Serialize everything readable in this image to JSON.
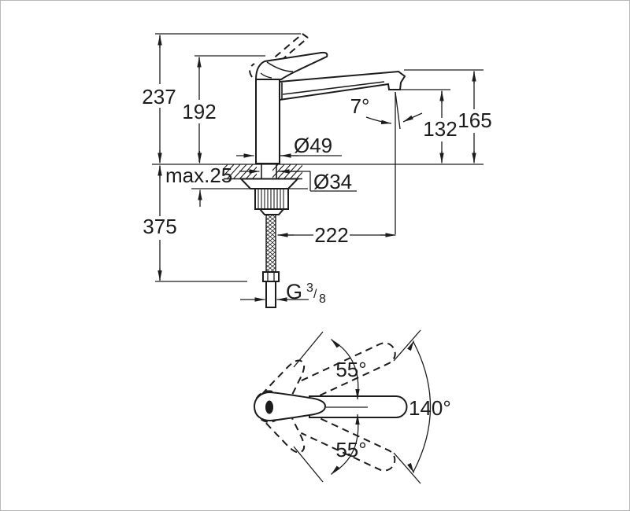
{
  "side_view": {
    "dim_total_height": "237",
    "dim_body_height": "192",
    "dim_spout_top_height": "165",
    "dim_outlet_height": "132",
    "dim_max_deck_thickness": "max.25",
    "dim_base_diameter": "Ø49",
    "dim_hole_diameter": "Ø34",
    "dim_hose_length": "375",
    "dim_spout_reach": "222",
    "dim_outlet_angle": "7°",
    "thread": {
      "prefix": "G",
      "numerator": "3",
      "slash": "/",
      "denominator": "8"
    }
  },
  "top_view": {
    "swivel_upper": "55°",
    "swivel_total": "140°",
    "swivel_lower": "55°"
  }
}
